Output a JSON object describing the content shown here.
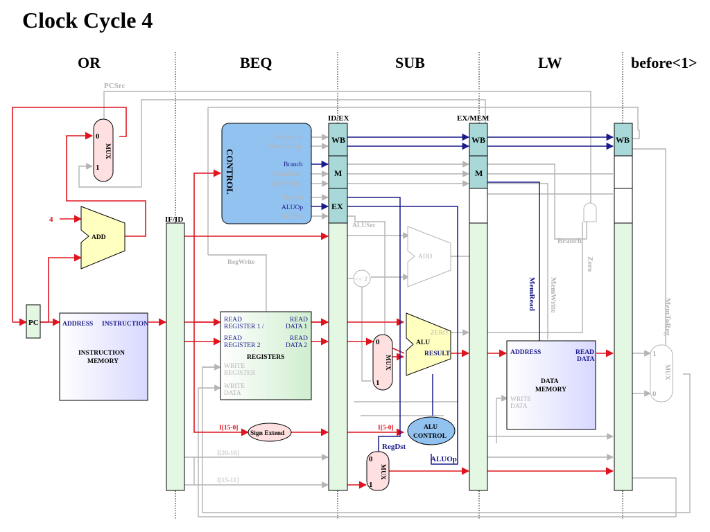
{
  "title": "Clock Cycle 4",
  "stages": [
    "OR",
    "BEQ",
    "SUB",
    "LW",
    "before<1>"
  ],
  "registers": {
    "if_id": "IF/ID",
    "id_ex": "ID/EX",
    "ex_mem": "EX/MEM",
    "ctrl_wb": "WB",
    "ctrl_m": "M",
    "ctrl_ex": "EX"
  },
  "mux_label": "MUX",
  "mux_inputs": {
    "zero": "0",
    "one": "1"
  },
  "pc": "PC",
  "const_four": "4",
  "add": "ADD",
  "instruction_memory": {
    "address": "ADDRESS",
    "instruction": "INSTRUCTION",
    "name_line1": "INSTRUCTION",
    "name_line2": "MEMORY"
  },
  "control": {
    "name": "CONTROL",
    "signals": [
      "RegWrite",
      "MemToReg",
      "Branch",
      "MemRead",
      "MemWrite",
      "RegDst",
      "ALUOp",
      "ALUSrc"
    ]
  },
  "register_file": {
    "read_reg1_line1": "READ",
    "read_reg1_line2": "REGISTER 1 /",
    "read_reg2_line1": "READ",
    "read_reg2_line2": "REGISTER 2",
    "read_data1_line1": "READ",
    "read_data1_line2": "DATA 1",
    "read_data2_line1": "READ",
    "read_data2_line2": "DATA 2",
    "write_reg_line1": "WRITE",
    "write_reg_line2": "REGISTER",
    "write_data_line1": "WRITE",
    "write_data_line2": "DATA",
    "name": "REGISTERS"
  },
  "sign_extend": "Sign Extend",
  "fields": {
    "i15_0": "I[15-0]",
    "i20_16": "I[20-16]",
    "i15_11": "I[15-11]",
    "i5_0": "I[5-0]"
  },
  "shift_left_2": "<< 2",
  "alu": {
    "name": "ALU",
    "zero": "ZERO",
    "result": "RESULT"
  },
  "alu_control": {
    "line1": "ALU",
    "line2": "CONTROL"
  },
  "data_memory": {
    "address": "ADDRESS",
    "read_data_line1": "READ",
    "read_data_line2": "DATA",
    "write_data_line1": "WRITE",
    "write_data_line2": "DATA",
    "name_line1": "DATA",
    "name_line2": "MEMORY"
  },
  "wires": {
    "pcsrc": "PCSrc",
    "alusrc": "ALUSrc",
    "regwrite": "RegWrite",
    "regdst": "RegDst",
    "aluop": "ALUOp",
    "branch": "Branch",
    "zero": "Zero",
    "memread": "MemRead",
    "memwrite": "MemWrite",
    "memtoreg": "MemToReg"
  },
  "colors": {
    "active": "#e0141e",
    "control_active": "#1a1a8a",
    "inactive": "#b4b4b4",
    "pipeline_register": "#e3f7e3",
    "control_register": "#a8d8d8",
    "control_unit": "#92c2f0",
    "alu": "#ffffc0",
    "mux": "#ffe0e0",
    "memory": "#e0e0ff"
  }
}
